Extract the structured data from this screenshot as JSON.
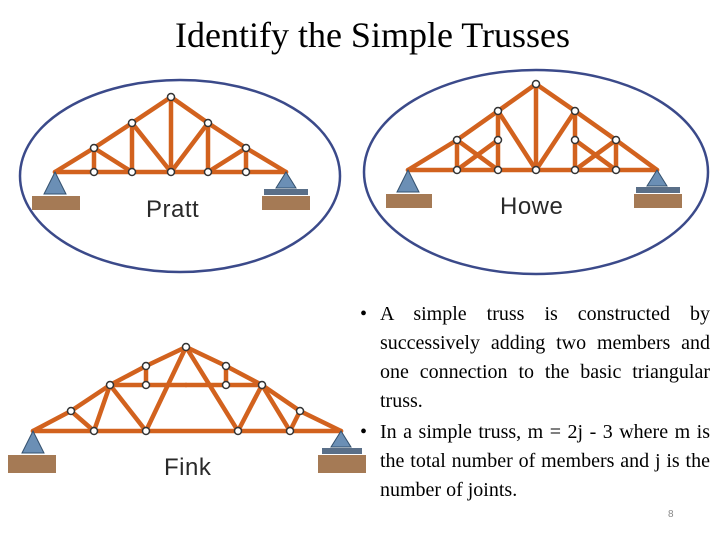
{
  "title": "Identify the Simple Trusses",
  "diagrams": {
    "pratt": {
      "label": "Pratt"
    },
    "howe": {
      "label": "Howe"
    },
    "fink": {
      "label": "Fink"
    }
  },
  "bullets": [
    "A simple truss is constructed by successively adding two members and one connection to the basic triangular truss.",
    "In a simple truss,  m = 2j - 3 where m is the total number of members and j is the number of joints."
  ],
  "bullet_glyph": "•",
  "page_number": "8",
  "colors": {
    "member": "#d2621e",
    "joint": "#ffffff",
    "ellipse_stroke": "#3b4a8a",
    "support": "#6b8fb5",
    "ground": "#a57a55"
  }
}
